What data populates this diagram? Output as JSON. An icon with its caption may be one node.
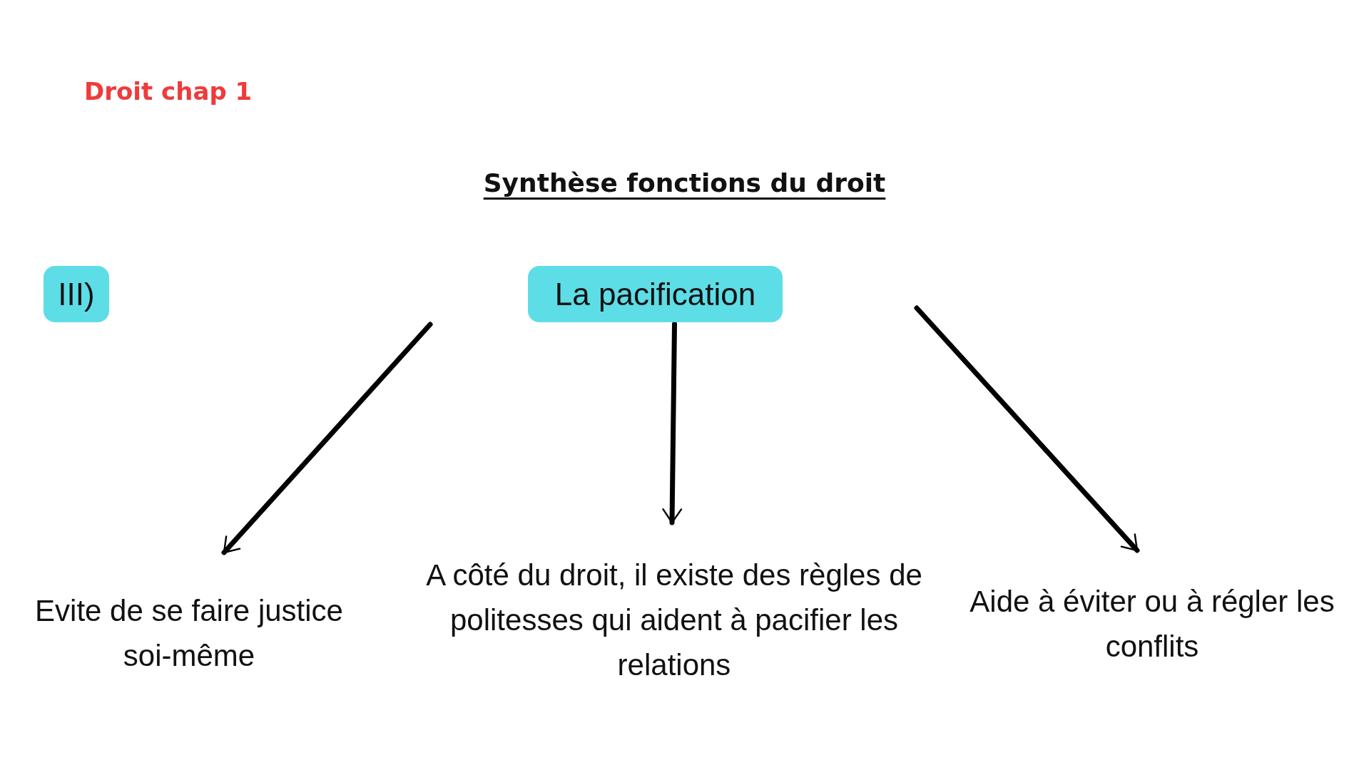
{
  "diagram": {
    "title": "Synthèse fonctions du droit",
    "nodes": [
      {
        "text": [
          "III)"
        ]
      },
      {
        "text": [
          "La pacification"
        ]
      },
      {
        "text": [
          "Evite de se faire justice soi-même"
        ]
      },
      {
        "text": [
          "A côté du droit, il existe des règles de politesses qui aident à pacifier les relations"
        ]
      },
      {
        "text": [
          "Aide à éviter ou à régler les conflits"
        ]
      }
    ],
    "edges": [
      {
        "from": null,
        "to": 2,
        "arrow": "to"
      },
      {
        "from": 1,
        "to": 3,
        "arrow": "to"
      },
      {
        "from": null,
        "to": 4,
        "arrow": "to"
      }
    ],
    "labels": [
      "Droit chap 1"
    ]
  }
}
